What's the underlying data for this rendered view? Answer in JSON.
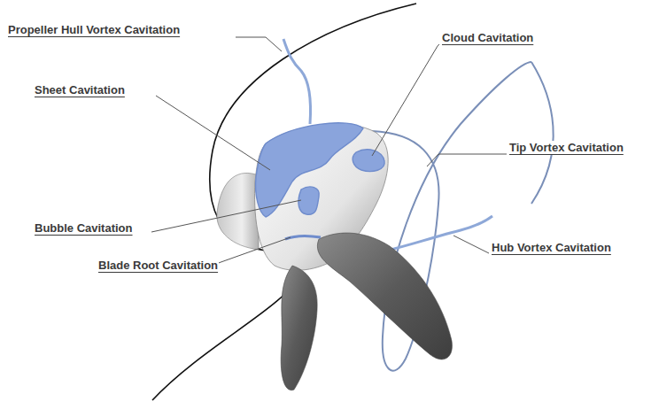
{
  "diagram": {
    "labels": [
      "Propeller Hull Vortex Cavitation",
      "Cloud Cavitation",
      "Sheet Cavitation",
      "Tip Vortex Cavitation",
      "Bubble Cavitation",
      "Blade Root Cavitation",
      "Hub Vortex Cavitation"
    ]
  }
}
